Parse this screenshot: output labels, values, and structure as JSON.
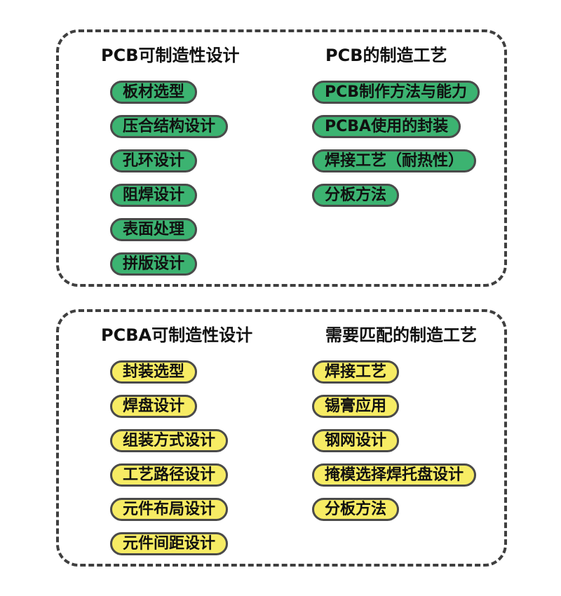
{
  "colors": {
    "pcb_pill_fill": "#3cb371",
    "pcba_pill_fill": "#f7ec64",
    "pill_border": "#4a4a4a",
    "box_border": "#3f3f3f",
    "text": "#111111"
  },
  "sections": [
    {
      "name": "pcb",
      "columns": [
        {
          "header": "PCB可制造性设计",
          "items": [
            "板材选型",
            "压合结构设计",
            "孔环设计",
            "阻焊设计",
            "表面处理",
            "拼版设计"
          ]
        },
        {
          "header": "PCB的制造工艺",
          "items": [
            "PCB制作方法与能力",
            "PCBA使用的封装",
            "焊接工艺（耐热性）",
            "分板方法"
          ]
        }
      ]
    },
    {
      "name": "pcba",
      "columns": [
        {
          "header": "PCBA可制造性设计",
          "items": [
            "封装选型",
            "焊盘设计",
            "组装方式设计",
            "工艺路径设计",
            "元件布局设计",
            "元件间距设计"
          ]
        },
        {
          "header": "需要匹配的制造工艺",
          "items": [
            "焊接工艺",
            "锡膏应用",
            "钢网设计",
            "掩模选择焊托盘设计",
            "分板方法"
          ]
        }
      ]
    }
  ]
}
